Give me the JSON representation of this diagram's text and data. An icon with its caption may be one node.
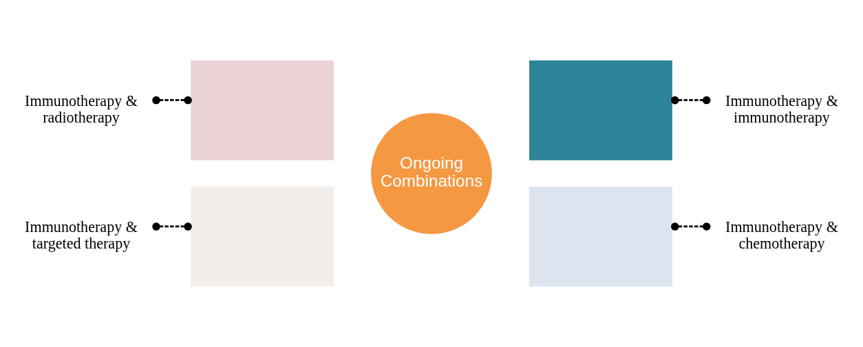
{
  "diagram": {
    "nodes": [
      {
        "text": [
          "Immunotherapy & radiotherapy"
        ]
      },
      {
        "text": [
          "Immunotherapy & immunotherapy"
        ]
      },
      {
        "text": [],
        "shape": "box"
      },
      {
        "text": [],
        "shape": "box"
      },
      {
        "text": [
          "Ongoing Combinations"
        ]
      },
      {
        "text": [],
        "shape": "box"
      },
      {
        "text": [],
        "shape": "box"
      },
      {
        "text": [
          "Immunotherapy & targeted therapy"
        ]
      },
      {
        "text": [
          "Immunotherapy & chemotherapy"
        ]
      }
    ],
    "edges": [
      {
        "from": 0,
        "to": 2,
        "arrow": "other",
        "style": "dashed"
      },
      {
        "from": 1,
        "to": 3,
        "arrow": "other",
        "style": "dashed"
      },
      {
        "from": 7,
        "to": 5,
        "arrow": "other",
        "style": "dashed"
      },
      {
        "from": 8,
        "to": 6,
        "arrow": "other",
        "style": "dashed"
      }
    ]
  }
}
